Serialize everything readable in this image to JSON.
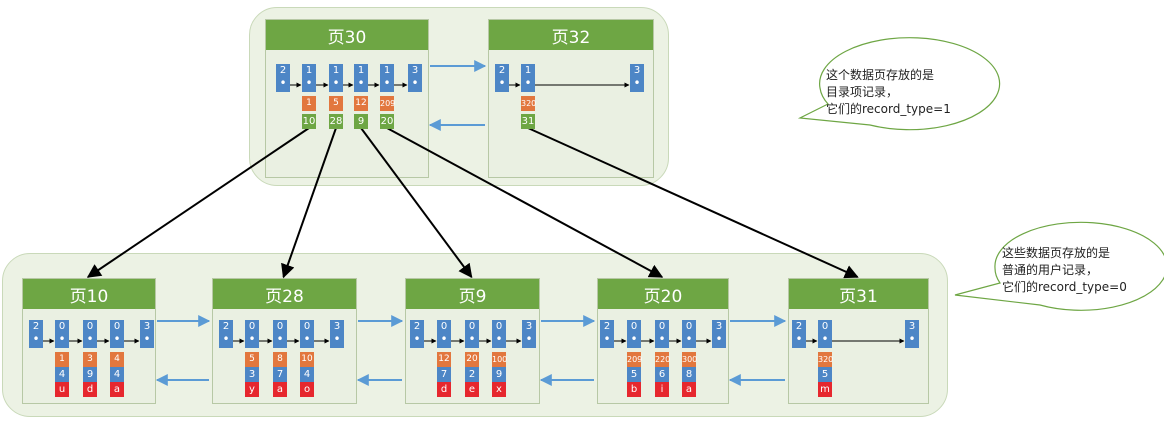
{
  "top_pages": [
    {
      "title": "页30",
      "records": [
        "2",
        "1",
        "1",
        "1",
        "1",
        "3"
      ],
      "keys": [
        "1",
        "5",
        "12",
        "209"
      ],
      "page_nos": [
        "10",
        "28",
        "9",
        "20"
      ]
    },
    {
      "title": "页32",
      "records": [
        "2",
        "1",
        "3"
      ],
      "keys": [
        "320"
      ],
      "page_nos": [
        "31"
      ]
    }
  ],
  "bottom_pages": [
    {
      "title": "页10",
      "records": [
        "2",
        "0",
        "0",
        "0",
        "3"
      ],
      "keys": [
        "1",
        "3",
        "4"
      ],
      "vals": [
        "4",
        "9",
        "4"
      ],
      "chars": [
        "u",
        "d",
        "a"
      ]
    },
    {
      "title": "页28",
      "records": [
        "2",
        "0",
        "0",
        "0",
        "3"
      ],
      "keys": [
        "5",
        "8",
        "10"
      ],
      "vals": [
        "3",
        "7",
        "4"
      ],
      "chars": [
        "y",
        "a",
        "o"
      ]
    },
    {
      "title": "页9",
      "records": [
        "2",
        "0",
        "0",
        "0",
        "3"
      ],
      "keys": [
        "12",
        "20",
        "100"
      ],
      "vals": [
        "7",
        "2",
        "9"
      ],
      "chars": [
        "d",
        "e",
        "x"
      ]
    },
    {
      "title": "页20",
      "records": [
        "2",
        "0",
        "0",
        "0",
        "3"
      ],
      "keys": [
        "209",
        "220",
        "300"
      ],
      "vals": [
        "5",
        "6",
        "8"
      ],
      "chars": [
        "b",
        "i",
        "a"
      ]
    },
    {
      "title": "页31",
      "records": [
        "2",
        "0",
        "3"
      ],
      "keys": [
        "320"
      ],
      "vals": [
        "5"
      ],
      "chars": [
        "m"
      ]
    }
  ],
  "callouts": {
    "top": "这个数据页存放的是\n目录项记录，\n它们的record_type=1",
    "bottom": "这些数据页存放的是\n普通的用户记录，\n它们的record_type=0"
  },
  "colors": {
    "group_bg": "#ecf2e4",
    "title_bar": "#6ea644",
    "record": "#4d86c6",
    "key": "#e2773e",
    "page_no": "#6ea644",
    "char": "#e6272e",
    "link_arrow": "#5b9bd5"
  }
}
